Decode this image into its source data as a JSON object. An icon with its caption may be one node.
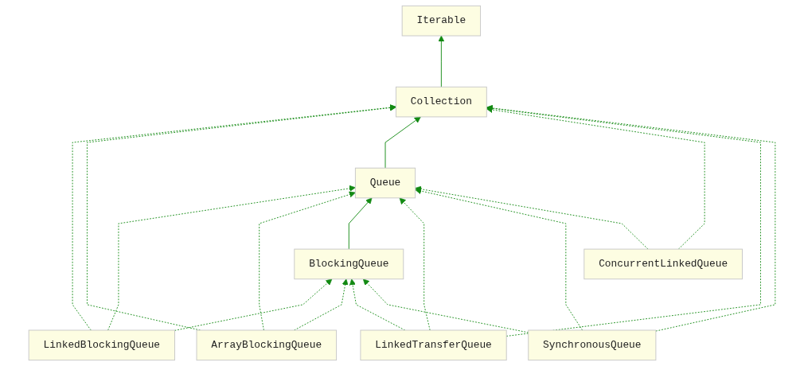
{
  "diagram": {
    "nodes": [
      {
        "text": [
          "Iterable"
        ]
      },
      {
        "text": [
          "Collection"
        ]
      },
      {
        "text": [
          "Queue"
        ]
      },
      {
        "text": [
          "BlockingQueue"
        ]
      },
      {
        "text": [
          "ConcurrentLinkedQueue"
        ]
      },
      {
        "text": [
          "LinkedBlockingQueue"
        ]
      },
      {
        "text": [
          "ArrayBlockingQueue"
        ]
      },
      {
        "text": [
          "LinkedTransferQueue"
        ]
      },
      {
        "text": [
          "SynchronousQueue"
        ]
      }
    ],
    "edges": [
      {
        "from": 1,
        "to": 0,
        "arrow": "to"
      },
      {
        "from": 5,
        "to": 1,
        "arrow": "to",
        "style": "dashed"
      },
      {
        "from": 6,
        "to": 1,
        "arrow": "to",
        "style": "dashed"
      },
      {
        "from": 2,
        "to": 1,
        "arrow": "to"
      },
      {
        "from": 4,
        "to": 1,
        "arrow": "to",
        "style": "dashed"
      },
      {
        "from": 7,
        "to": 1,
        "arrow": "to",
        "style": "dashed"
      },
      {
        "from": 8,
        "to": 1,
        "arrow": "to",
        "style": "dashed"
      },
      {
        "from": 5,
        "to": 2,
        "arrow": "to",
        "style": "dashed"
      },
      {
        "from": 6,
        "to": 2,
        "arrow": "to",
        "style": "dashed"
      },
      {
        "from": 3,
        "to": 2,
        "arrow": "to"
      },
      {
        "from": 7,
        "to": 2,
        "arrow": "to",
        "style": "dashed"
      },
      {
        "from": 8,
        "to": 2,
        "arrow": "to",
        "style": "dashed"
      },
      {
        "from": 4,
        "to": 2,
        "arrow": "to",
        "style": "dashed"
      },
      {
        "from": 5,
        "to": 3,
        "arrow": "to",
        "style": "dashed"
      },
      {
        "from": 6,
        "to": 3,
        "arrow": "to",
        "style": "dashed"
      },
      {
        "from": 7,
        "to": 3,
        "arrow": "to",
        "style": "dashed"
      },
      {
        "from": 8,
        "to": 3,
        "arrow": "to",
        "style": "dashed"
      }
    ]
  }
}
